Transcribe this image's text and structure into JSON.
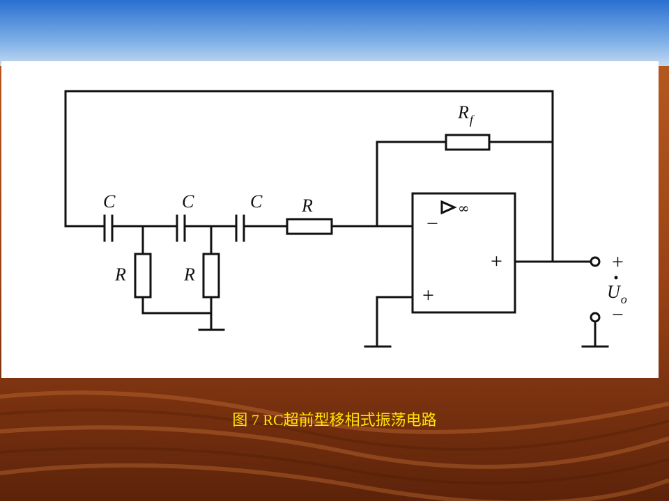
{
  "diagram": {
    "labels": {
      "c1": "C",
      "c2": "C",
      "c3": "C",
      "r_series": "R",
      "r1": "R",
      "r2": "R",
      "rf_main": "R",
      "rf_sub": "f",
      "amp_symbol": "▷∞",
      "inv_input": "−",
      "noninv_input": "+",
      "amp_output": "+",
      "out_plus": "+",
      "out_minus": "−",
      "uo_main": "U",
      "uo_dot": "·",
      "uo_sub": "o"
    }
  },
  "caption": "图 7  RC超前型移相式振荡电路",
  "colors": {
    "caption": "#ffe300",
    "panel": "#ffffff",
    "wire": "#111111"
  }
}
